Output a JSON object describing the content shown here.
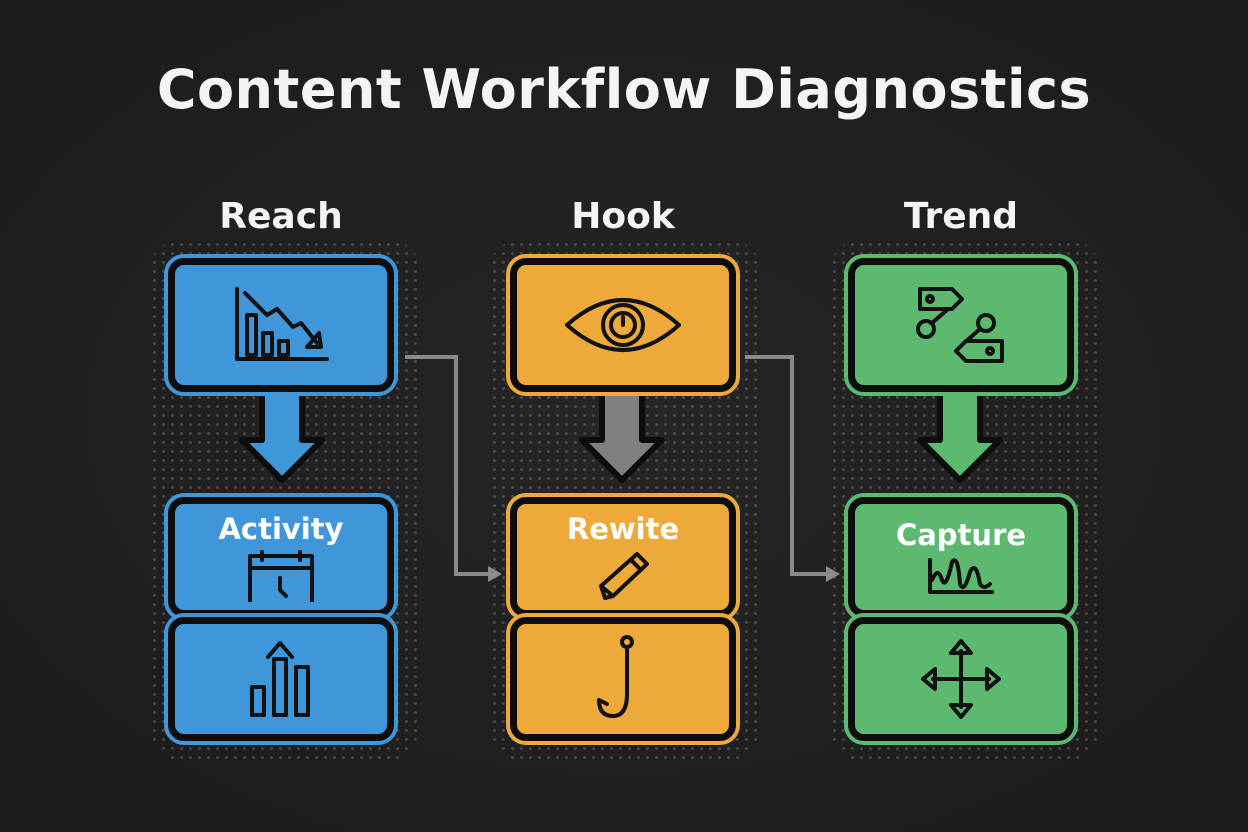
{
  "title": "Content Workflow Diagnostics",
  "columns": [
    {
      "label": "Reach",
      "color": "#3f96d8",
      "top_icon": "declining-chart-icon",
      "stage_label": "Activity",
      "stage_icon": "calendar-clock-icon",
      "bottom_icon": "growth-bars-icon"
    },
    {
      "label": "Hook",
      "color": "#eda93a",
      "top_icon": "eye-icon",
      "stage_label": "Rewite",
      "stage_icon": "pencil-icon",
      "bottom_icon": "hook-icon"
    },
    {
      "label": "Trend",
      "color": "#5cb96f",
      "top_icon": "tags-connect-icon",
      "stage_label": "Capture",
      "stage_icon": "wave-chart-icon",
      "bottom_icon": "move-arrows-icon"
    }
  ]
}
